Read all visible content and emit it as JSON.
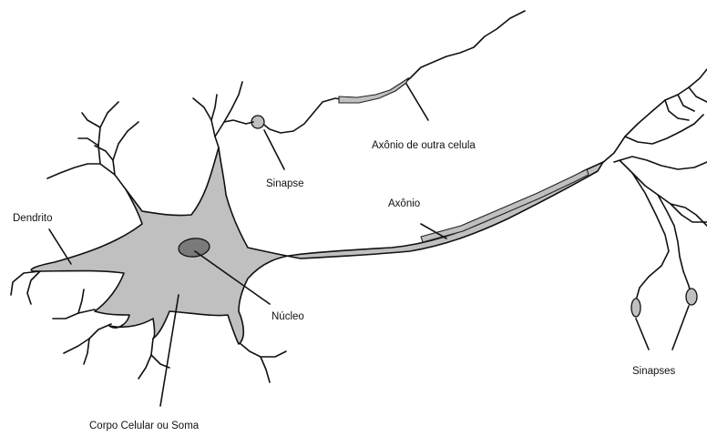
{
  "labels": {
    "dendrito": "Dendrito",
    "sinapse": "Sinapse",
    "axonio_outra": "Axônio de outra celula",
    "axonio": "Axônio",
    "nucleo": "Núcleo",
    "corpo": "Corpo Celular ou Soma",
    "sinapses": "Sinapses"
  },
  "colors": {
    "cell_fill": "#c0c0c0",
    "nucleus_fill": "#7a7a7a",
    "outline": "#111111",
    "background": "#ffffff"
  }
}
